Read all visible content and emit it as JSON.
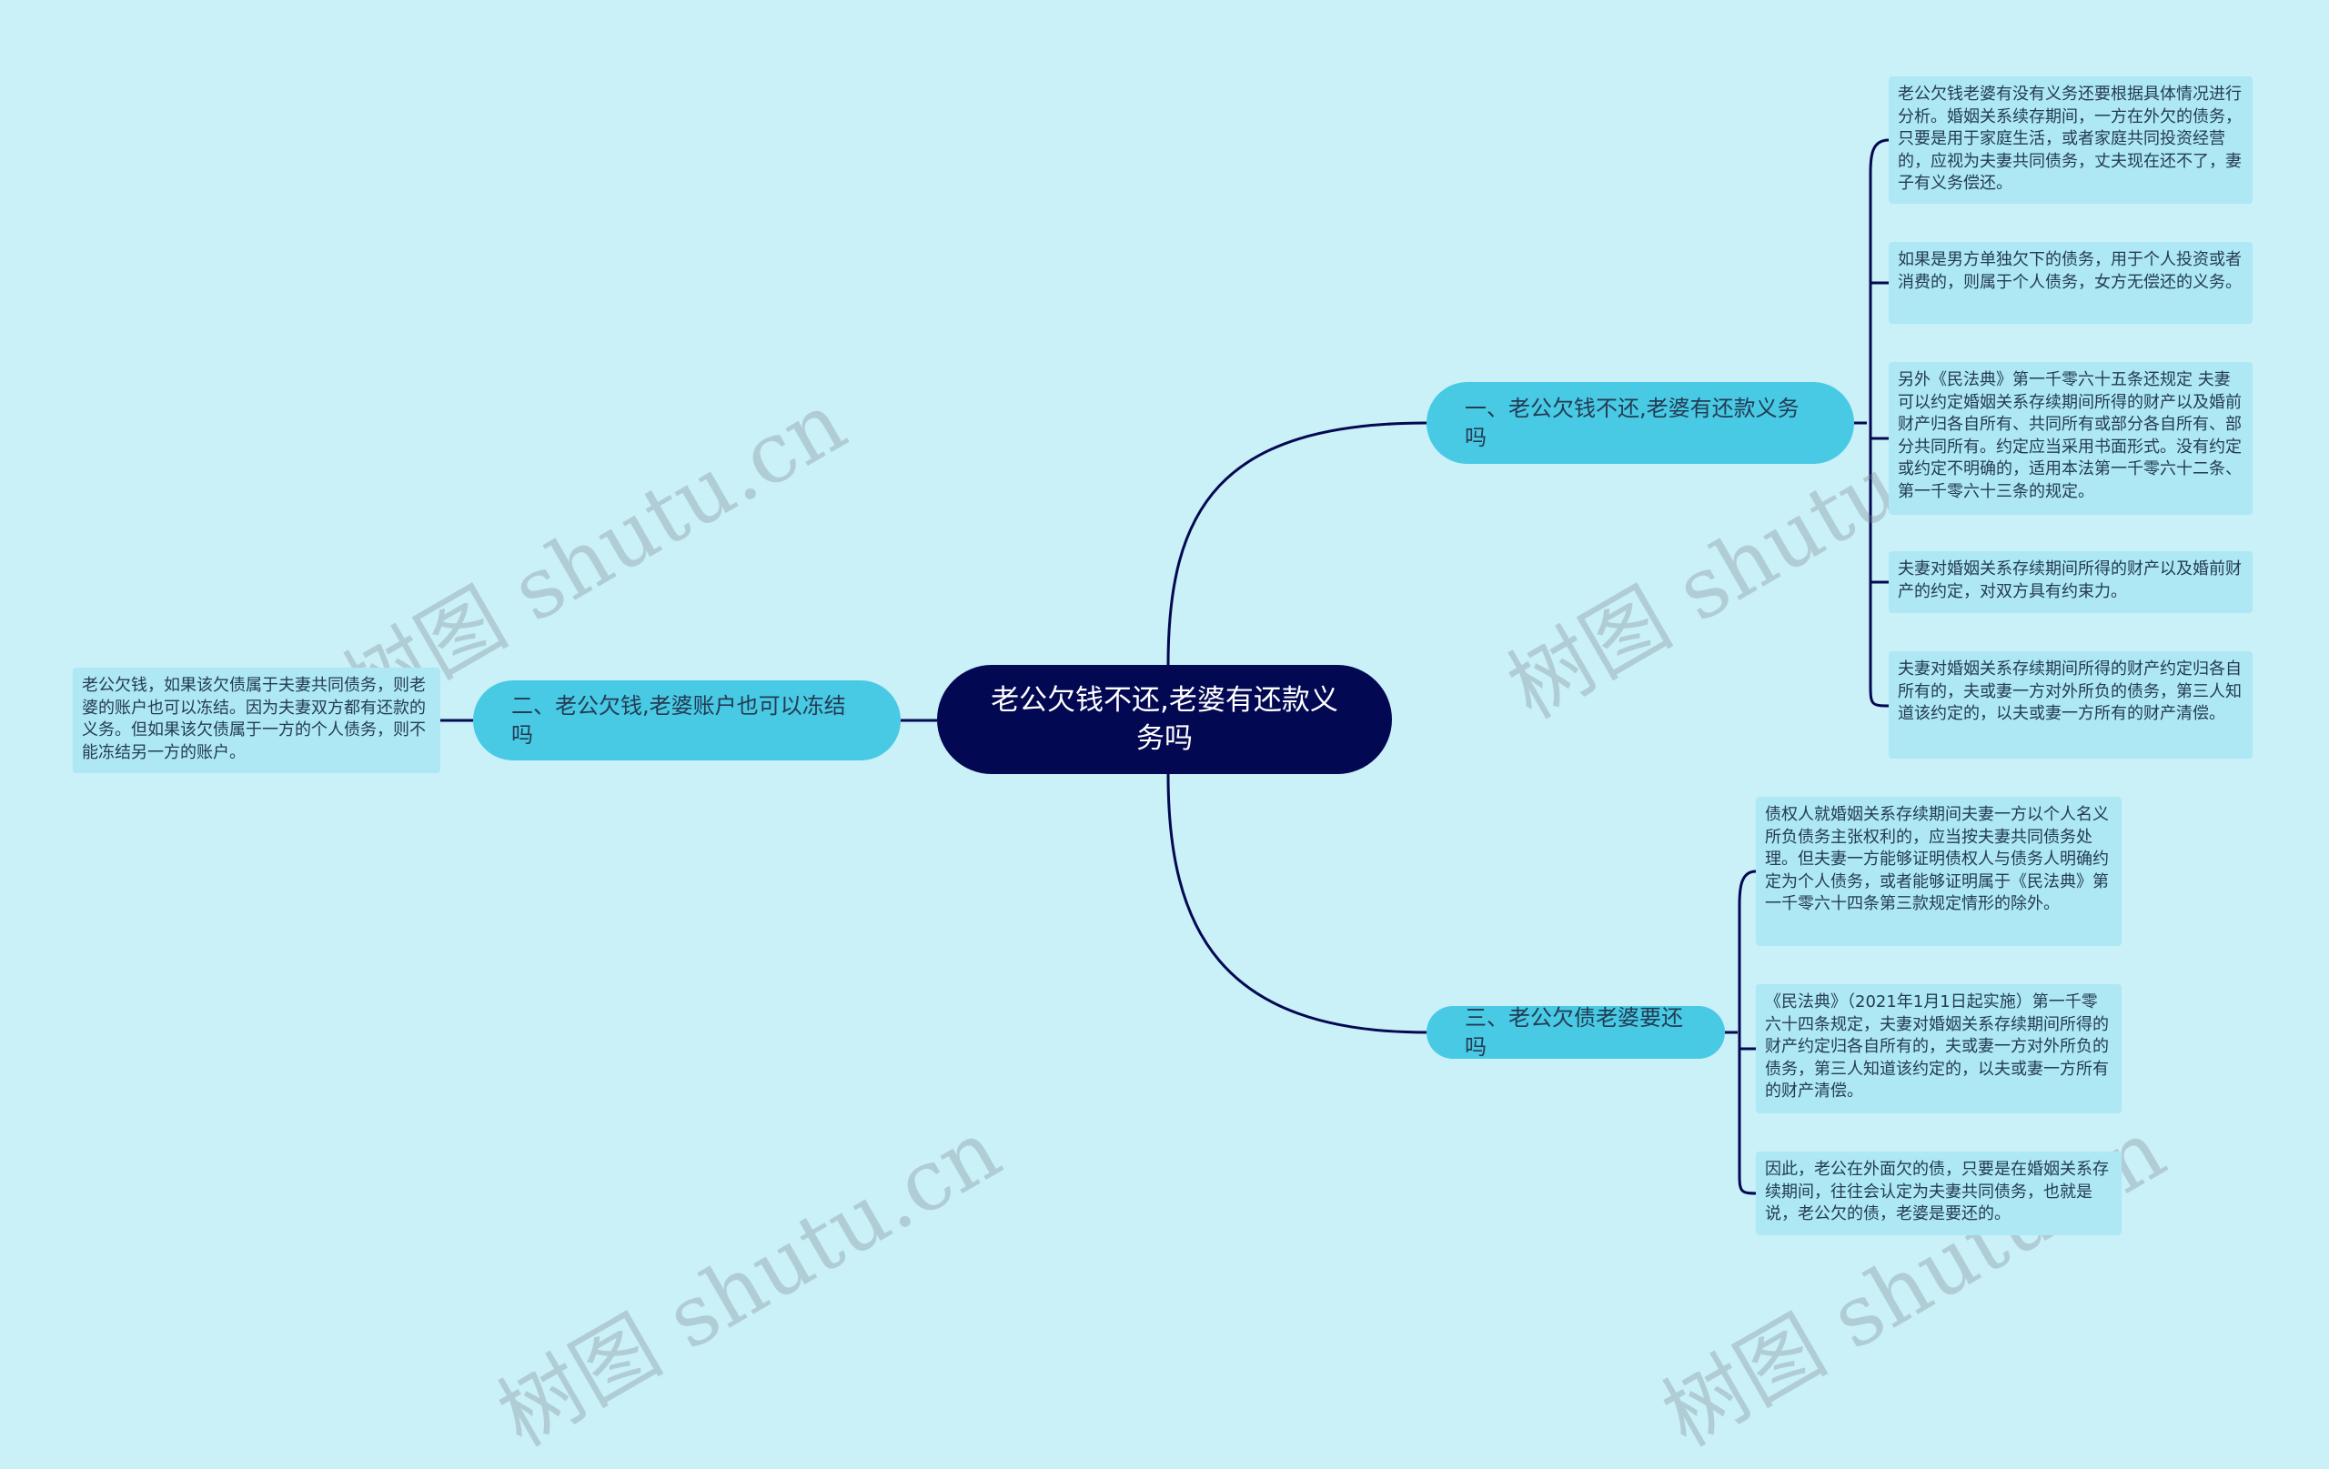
{
  "root": {
    "title": "老公欠钱不还,老婆有还款义务吗"
  },
  "branches": [
    {
      "label": "一、老公欠钱不还,老婆有还款义务吗"
    },
    {
      "label": "二、老公欠钱,老婆账户也可以冻结吗"
    },
    {
      "label": "三、老公欠债老婆要还吗"
    }
  ],
  "leaves": [
    "老公欠钱老婆有没有义务还要根据具体情况进行分析。婚姻关系续存期间，一方在外欠的债务，只要是用于家庭生活，或者家庭共同投资经营的，应视为夫妻共同债务，丈夫现在还不了，妻子有义务偿还。",
    "如果是男方单独欠下的债务，用于个人投资或者消费的，则属于个人债务，女方无偿还的义务。",
    "另外《民法典》第一千零六十五条还规定 夫妻可以约定婚姻关系存续期间所得的财产以及婚前财产归各自所有、共同所有或部分各自所有、部分共同所有。约定应当采用书面形式。没有约定或约定不明确的，适用本法第一千零六十二条、第一千零六十三条的规定。",
    "夫妻对婚姻关系存续期间所得的财产以及婚前财产的约定，对双方具有约束力。",
    "夫妻对婚姻关系存续期间所得的财产约定归各自所有的，夫或妻一方对外所负的债务，第三人知道该约定的，以夫或妻一方所有的财产清偿。",
    "老公欠钱，如果该欠债属于夫妻共同债务，则老婆的账户也可以冻结。因为夫妻双方都有还款的义务。但如果该欠债属于一方的个人债务，则不能冻结另一方的账户。",
    "债权人就婚姻关系存续期间夫妻一方以个人名义所负债务主张权利的，应当按夫妻共同债务处理。但夫妻一方能够证明债权人与债务人明确约定为个人债务，或者能够证明属于《民法典》第一千零六十四条第三款规定情形的除外。",
    "《民法典》（2021年1月1日起实施）第一千零六十四条规定，夫妻对婚姻关系存续期间所得的财产约定归各自所有的，夫或妻一方对外所负的债务，第三人知道该约定的，以夫或妻一方所有的财产清偿。",
    "因此，老公在外面欠的债，只要是在婚姻关系存续期间，往往会认定为夫妻共同债务，也就是说，老公欠的债，老婆是要还的。"
  ],
  "watermark": "树图 shutu.cn",
  "colors": {
    "background": "#caf0f8",
    "root": "#030852",
    "branch": "#48cae4",
    "leaf": "#ade8f4",
    "line": "#030852"
  }
}
